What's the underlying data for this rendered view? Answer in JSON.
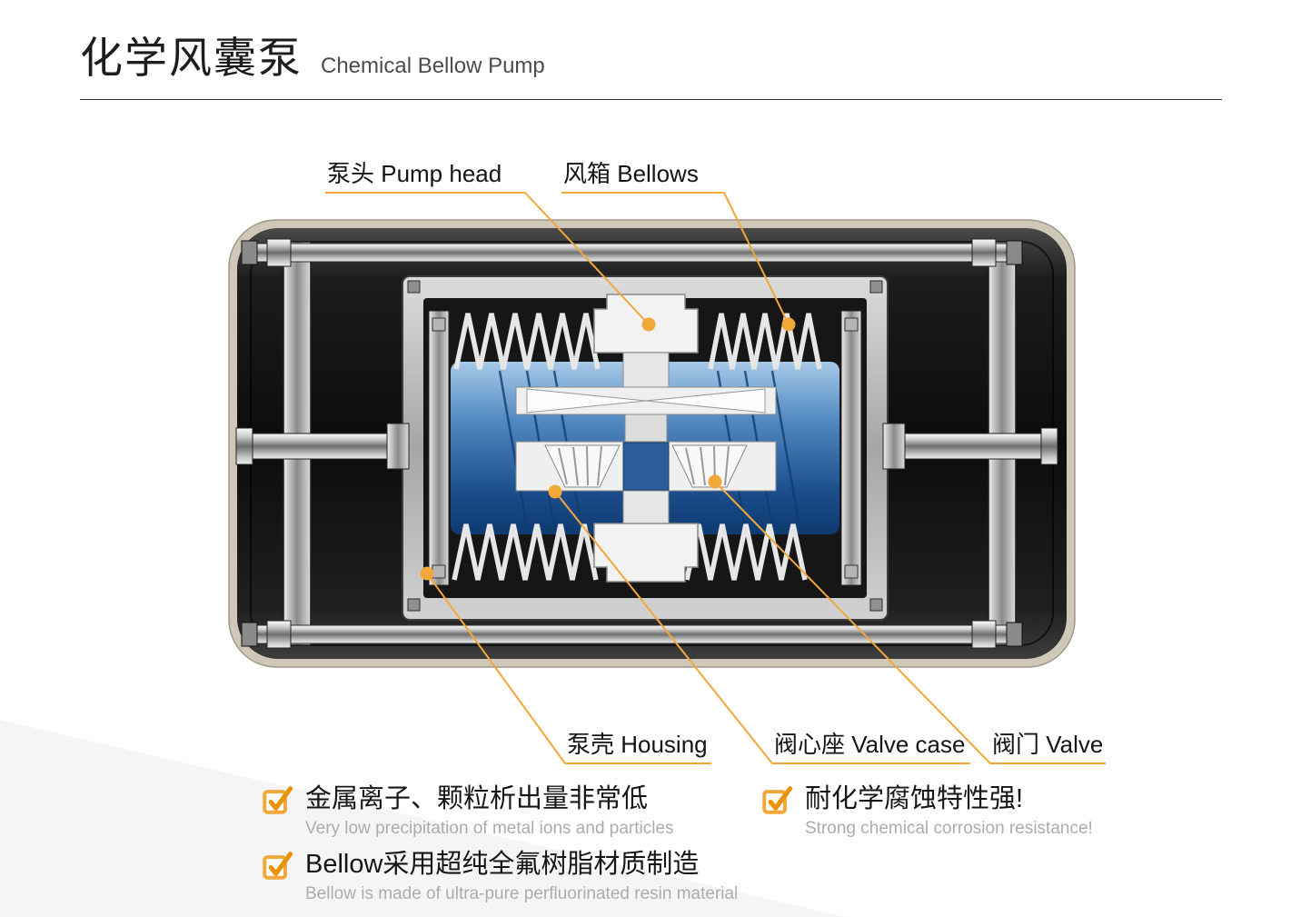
{
  "page": {
    "title_zh": "化学风囊泵",
    "title_en": "Chemical Bellow Pump"
  },
  "diagram": {
    "labels": {
      "pump_head": "泵头 Pump head",
      "bellows": "风箱 Bellows",
      "housing": "泵壳 Housing",
      "valve_case": "阀心座 Valve case",
      "valve": "阀门 Valve"
    },
    "callout_parts": [
      "pump head",
      "bellows",
      "housing",
      "valve case",
      "valve"
    ]
  },
  "features": [
    {
      "zh": "金属离子、颗粒析出量非常低",
      "en": "Very low precipitation of metal ions and particles"
    },
    {
      "zh": "耐化学腐蚀特性强!",
      "en": "Strong chemical corrosion resistance!"
    },
    {
      "zh": "Bellow采用超纯全氟树脂材质制造",
      "en": "Bellow is made of ultra-pure perfluorinated resin material"
    }
  ],
  "colors": {
    "accent": "#F2A73B",
    "check_orange": "#E8940A",
    "muted_text": "#ACACAC",
    "chamber_blue": "#1C4E8D"
  }
}
